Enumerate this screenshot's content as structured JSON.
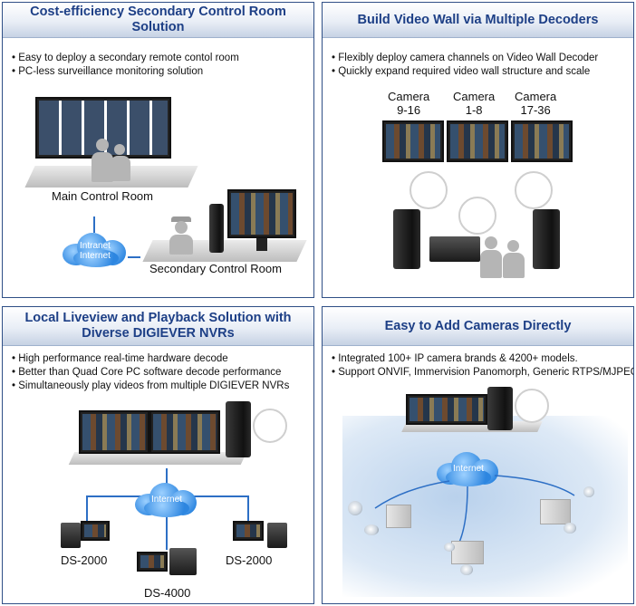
{
  "panels": {
    "cost": {
      "title": "Cost-efficiency Secondary Control Room Solution",
      "bullets": [
        "Easy to deploy a secondary remote contol room",
        "PC-less surveillance monitoring solution"
      ],
      "labels": {
        "main_room": "Main Control Room",
        "secondary_room": "Secondary Control Room",
        "cloud_line1": "Intranet",
        "cloud_line2": "Internet"
      }
    },
    "wall": {
      "title": "Build Video Wall via Multiple Decoders",
      "bullets": [
        "Flexibly deploy camera channels on Video Wall Decoder",
        "Quickly expand required video wall structure and scale"
      ],
      "cameras": [
        {
          "line1": "Camera",
          "line2": "9-16"
        },
        {
          "line1": "Camera",
          "line2": "1-8"
        },
        {
          "line1": "Camera",
          "line2": "17-36"
        }
      ]
    },
    "liveview": {
      "title_line1": "Local Liveview and Playback Solution with",
      "title_line2": "Diverse DIGIEVER NVRs",
      "bullets": [
        "High performance real-time hardware decode",
        "Better than Quad Core PC software decode performance",
        "Simultaneously play videos from multiple DIGIEVER NVRs"
      ],
      "cloud_label": "Internet",
      "nvrs": {
        "left": "DS-2000",
        "right": "DS-2000",
        "bottom": "DS-4000"
      }
    },
    "cameras": {
      "title": "Easy to Add Cameras Directly",
      "bullets": [
        "Integrated 100+ IP camera brands & 4200+ models.",
        "Support ONVIF, Immervision Panomorph, Generic RTPS/MJPEG"
      ],
      "cloud_label": "Internet"
    }
  },
  "colors": {
    "title": "#1d3f86",
    "border": "#2f4f86",
    "cloud": "#2d86e0",
    "network_line": "#2d6fc5"
  }
}
